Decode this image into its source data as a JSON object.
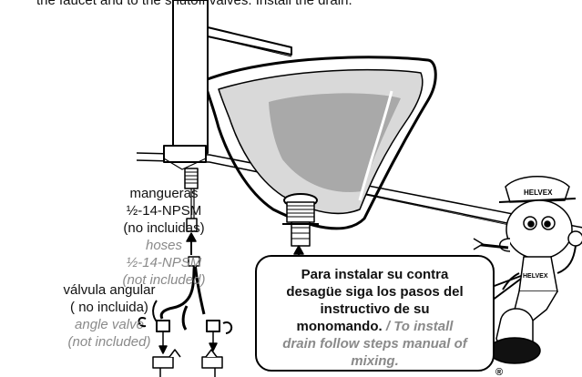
{
  "top_line": "the faucet and to the shutoff valves. Install the drain.",
  "hoses": {
    "line1": "mangueras",
    "line2": "½-14-NPSM",
    "line3": "(no incluidas)",
    "en_line1": "hoses",
    "en_line2": "½-14-NPSM",
    "en_line3": "(not included)"
  },
  "valve": {
    "line1": "válvula angular",
    "line2": "( no incluida)",
    "en_line1": "angle valve",
    "en_line2": "(not included)"
  },
  "bubble": {
    "es_line1": "Para instalar su contra",
    "es_line2": "desagüe siga los pasos del",
    "es_line3": "instructivo de su",
    "es_line4": "monomando.",
    "en_line1": "/ To install",
    "en_line2": "drain follow steps manual of",
    "en_line3": "mixing."
  },
  "mascot": {
    "cap_text": "HELVEX",
    "shirt_text": "HELVEX",
    "mark": "®"
  }
}
